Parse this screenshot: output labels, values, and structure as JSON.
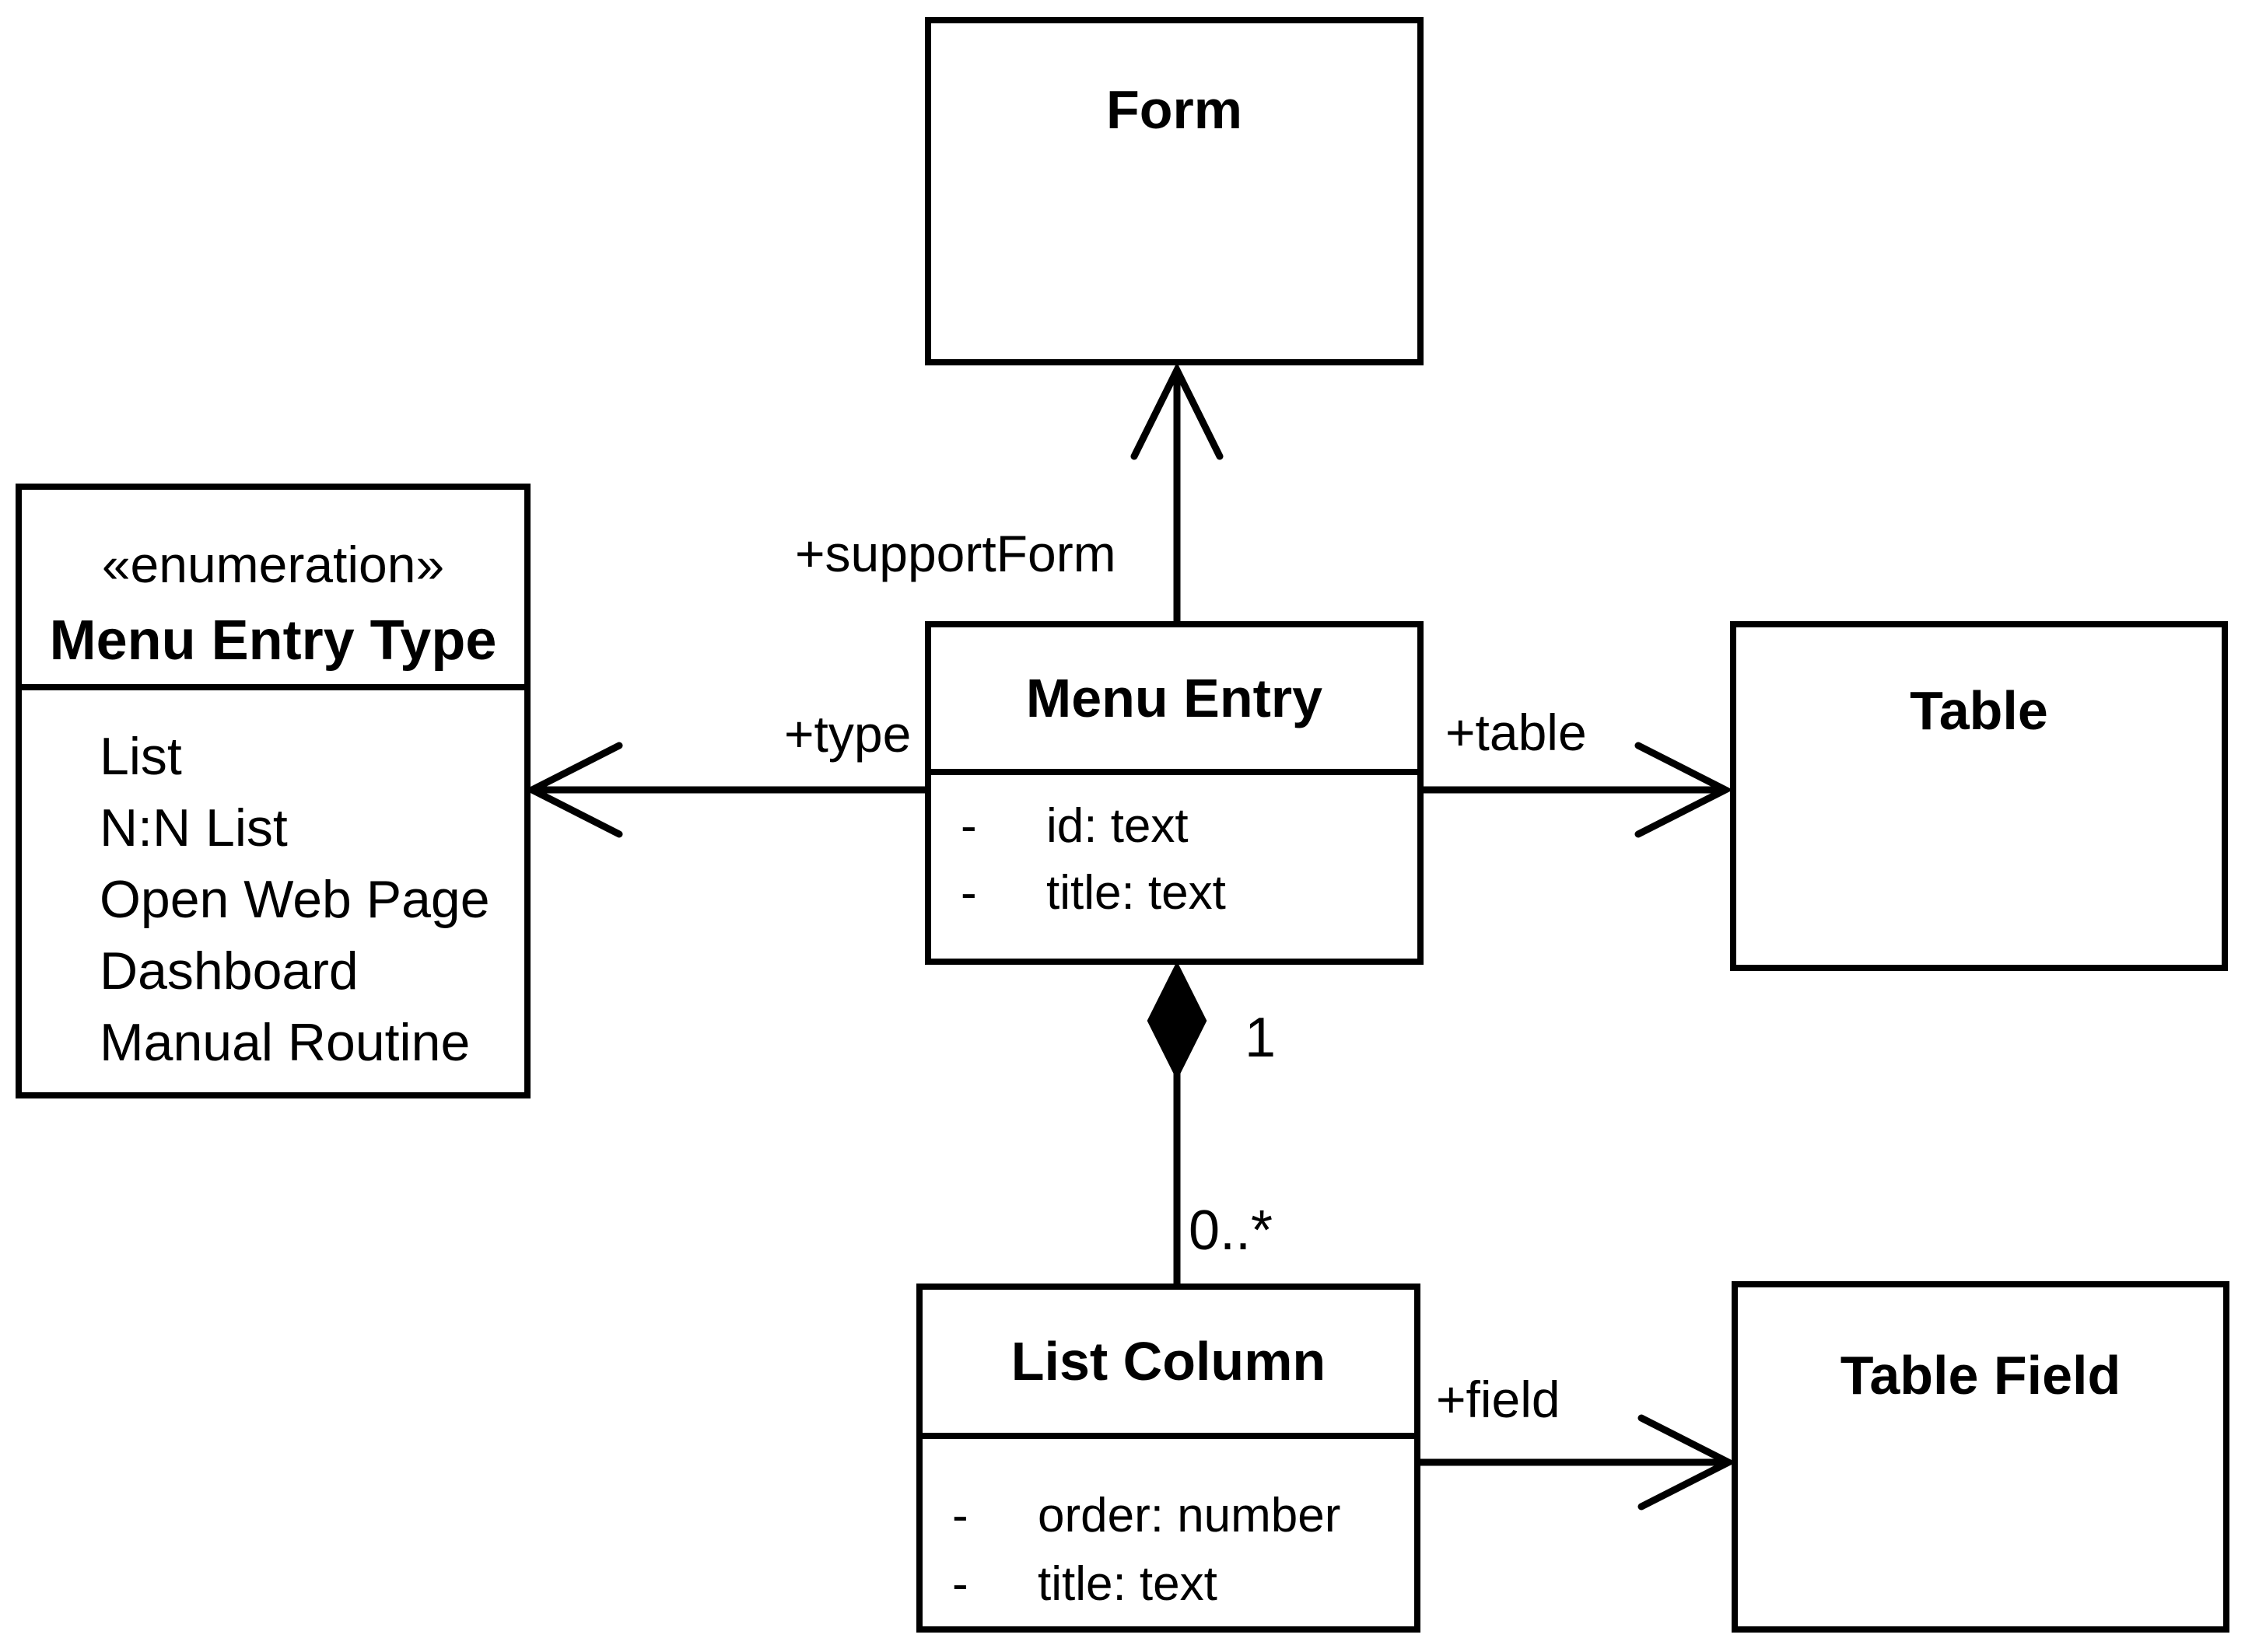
{
  "diagram": {
    "background": "#ffffff",
    "line_color": "#000000",
    "classes": {
      "form": {
        "title": "Form"
      },
      "menu_entry_type": {
        "stereotype": "«enumeration»",
        "title": "Menu Entry Type",
        "literals": [
          "List",
          "N:N List",
          "Open Web Page",
          "Dashboard",
          "Manual Routine"
        ]
      },
      "menu_entry": {
        "title": "Menu Entry",
        "attributes": [
          {
            "visibility": "-",
            "text": "id: text"
          },
          {
            "visibility": "-",
            "text": "title: text"
          }
        ]
      },
      "table": {
        "title": "Table"
      },
      "list_column": {
        "title": "List Column",
        "attributes": [
          {
            "visibility": "-",
            "text": "order: number"
          },
          {
            "visibility": "-",
            "text": "title: text"
          }
        ]
      },
      "table_field": {
        "title": "Table Field"
      }
    },
    "associations": {
      "support_form": {
        "label": "+supportForm"
      },
      "type": {
        "label": "+type"
      },
      "table": {
        "label": "+table"
      },
      "field": {
        "label": "+field"
      },
      "menu_entry_columns": {
        "source_multiplicity": "1",
        "target_multiplicity": "0..*"
      }
    }
  }
}
